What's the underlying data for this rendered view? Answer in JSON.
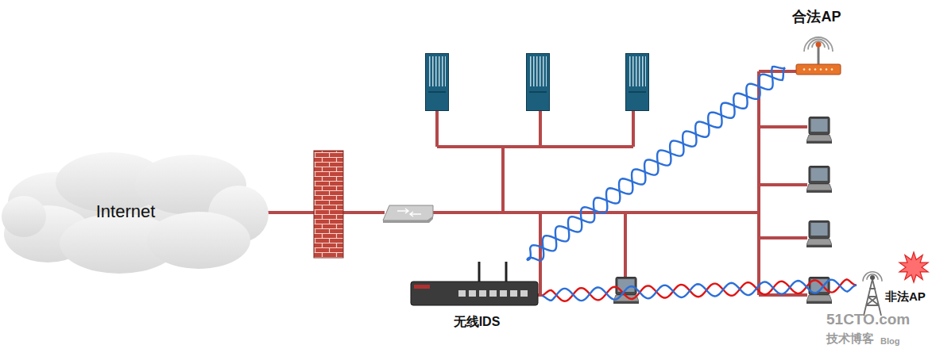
{
  "diagram": {
    "nodes": [
      {
        "text": [
          "Internet"
        ]
      },
      {
        "text": [
          "合法AP"
        ]
      },
      {
        "text": [
          "无线IDS"
        ]
      },
      {
        "text": [
          "非法AP"
        ]
      }
    ],
    "edges": [
      {
        "from": 1,
        "to": 2,
        "arrow": "none"
      },
      {
        "from": 3,
        "to": 2,
        "arrow": "none"
      }
    ],
    "labels": [
      "51CTO.com",
      "技术博客",
      "Blog"
    ]
  }
}
